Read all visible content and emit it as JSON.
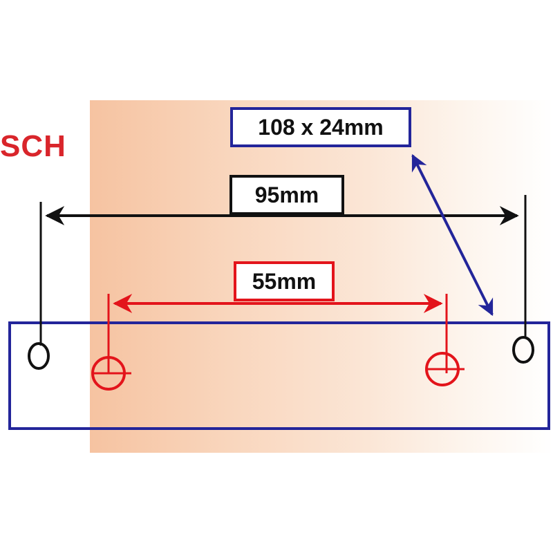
{
  "brand_fragment": "SCH",
  "labels": {
    "overall_size": "108 x 24mm",
    "outer_hole_distance": "95mm",
    "inner_hole_distance": "55mm"
  },
  "colors": {
    "outline": "#23259a",
    "outer_dimension": "#111111",
    "inner_dimension": "#e3141b",
    "brand": "#d9252b"
  }
}
